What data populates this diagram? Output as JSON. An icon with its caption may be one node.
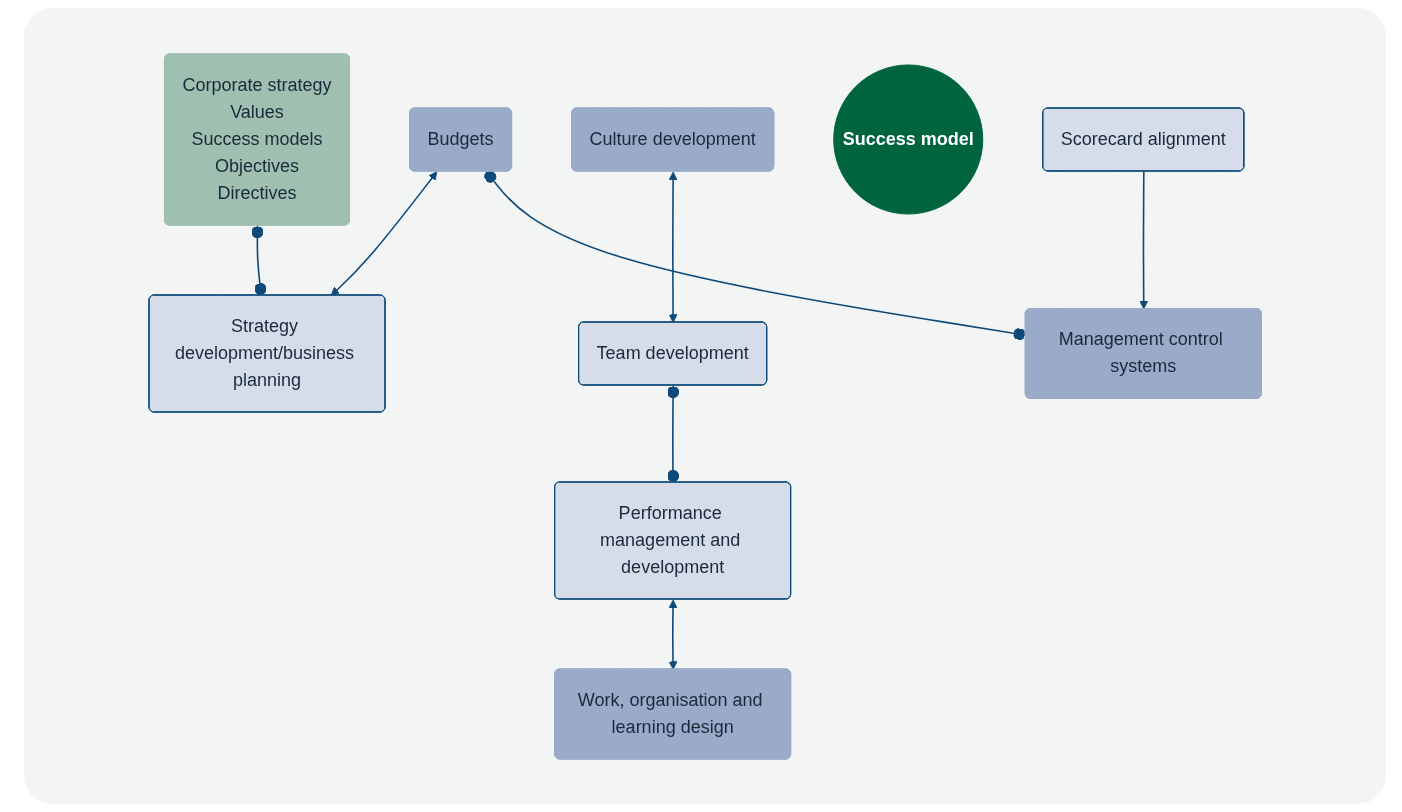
{
  "diagram": {
    "nodes": [
      {
        "text": [
          "Budgets"
        ]
      },
      {
        "text": [
          "Corporate strategy",
          "Values",
          "Success models",
          "Objectives",
          "Directives"
        ]
      },
      {
        "text": [
          "Culture development"
        ]
      },
      {
        "text": [
          "Strategy development/business planning"
        ]
      },
      {
        "text": [
          "Success model"
        ]
      },
      {
        "text": [
          "Team development"
        ]
      },
      {
        "text": [
          "Scorecard alignment"
        ]
      },
      {
        "text": [
          "Performance management and development"
        ]
      },
      {
        "text": [
          "Management control systems"
        ]
      },
      {
        "text": [
          "Work, organisation and learning design"
        ]
      }
    ],
    "edges": [
      {
        "from": 0,
        "to": 3,
        "arrow": "both"
      },
      {
        "from": 1,
        "to": 3,
        "arrow": "other"
      },
      {
        "from": 2,
        "to": 5,
        "arrow": "both"
      },
      {
        "from": 5,
        "to": 7,
        "arrow": "other"
      },
      {
        "from": 6,
        "to": 8,
        "arrow": "to"
      },
      {
        "from": 7,
        "to": 9,
        "arrow": "both"
      },
      {
        "from": 0,
        "to": 8,
        "arrow": "other"
      }
    ]
  }
}
